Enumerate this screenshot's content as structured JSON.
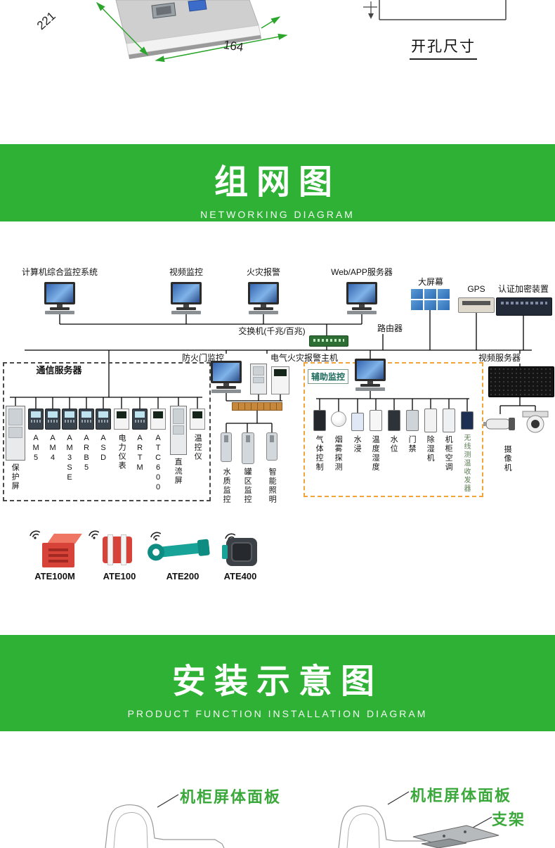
{
  "top": {
    "dim_depth": "221",
    "dim_width": "164",
    "cutout_label": "开孔尺寸"
  },
  "banner_network": {
    "title": "组网图",
    "subtitle": "NETWORKING DIAGRAM"
  },
  "diagram": {
    "top_nodes": [
      "计算机综合监控系统",
      "视频监控",
      "火灾报警",
      "Web/APP服务器",
      "大屏幕",
      "GPS",
      "认证加密装置"
    ],
    "switch_label": "交换机(千兆/百兆)",
    "router_label": "路由器",
    "firedoor_label": "防火门监控",
    "electric_fire_label": "电气火灾报警主机",
    "video_server_label": "视频服务器",
    "comm_server_label": "通信服务器",
    "aux_label": "辅助监控",
    "camera_label": "摄像机",
    "comm_devices": [
      "保护屏",
      "AM5",
      "AM4",
      "AM3SE",
      "ARB5",
      "ASD",
      "电力仪表",
      "ARTM",
      "ATC600",
      "直流屏",
      "温控仪"
    ],
    "mid_devices": [
      "水质监控",
      "罐区监控",
      "智能照明"
    ],
    "aux_devices": [
      "气体控制",
      "烟雾探测",
      "水浸",
      "温度湿度",
      "水位",
      "门禁",
      "除湿机",
      "机柜空调",
      "无线测温收发器"
    ],
    "products": [
      "ATE100M",
      "ATE100",
      "ATE200",
      "ATE400"
    ]
  },
  "banner_install": {
    "title": "安装示意图",
    "subtitle": "PRODUCT FUNCTION INSTALLATION DIAGRAM"
  },
  "install": {
    "panel_label_left": "机柜屏体面板",
    "panel_label_right": "机柜屏体面板",
    "bracket_label": "支架"
  }
}
